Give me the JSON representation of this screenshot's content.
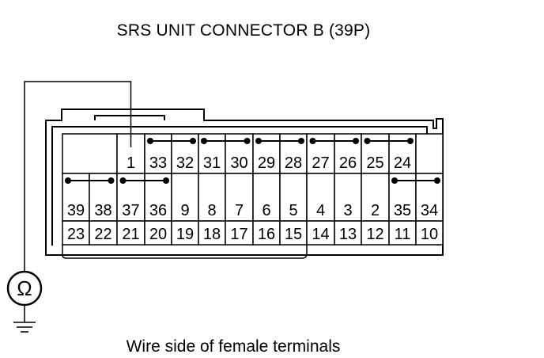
{
  "title": "SRS UNIT CONNECTOR B (39P)",
  "caption": "Wire side of female terminals",
  "meter_symbol": "Ω",
  "probe_terminal": "1",
  "icons": [
    "ohmmeter-icon",
    "ground-icon"
  ],
  "rows": [
    [
      "",
      "1",
      "33",
      "32",
      "31",
      "30",
      "29",
      "28",
      "27",
      "26",
      "25",
      "24",
      ""
    ],
    [
      "39",
      "38",
      "37",
      "36",
      "9",
      "8",
      "7",
      "6",
      "5",
      "4",
      "3",
      "2",
      "35",
      "34"
    ],
    [
      "23",
      "22",
      "21",
      "20",
      "19",
      "18",
      "17",
      "16",
      "15",
      "14",
      "13",
      "12",
      "11",
      "10"
    ]
  ],
  "shorting_bars": [
    [
      "33",
      "32"
    ],
    [
      "31",
      "30"
    ],
    [
      "29",
      "28"
    ],
    [
      "27",
      "26"
    ],
    [
      "25",
      "24"
    ],
    [
      "39",
      "38"
    ],
    [
      "37",
      "36"
    ],
    [
      "35",
      "34"
    ]
  ]
}
